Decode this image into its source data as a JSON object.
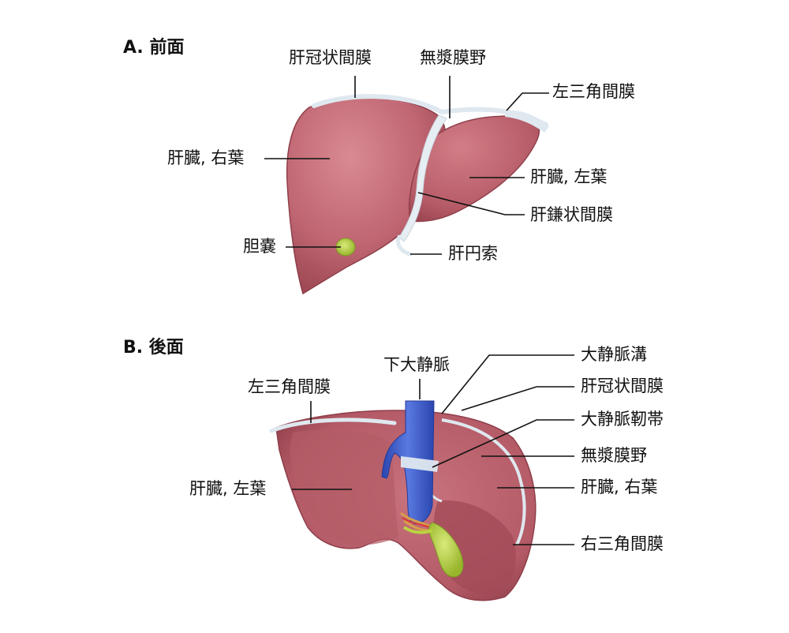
{
  "panel_a": {
    "title": "A. 前面",
    "labels": {
      "coronary_ligament": "肝冠状間膜",
      "bare_area": "無漿膜野",
      "left_triangular": "左三角間膜",
      "right_lobe": "肝臓, 右葉",
      "left_lobe": "肝臓, 左葉",
      "falciform": "肝鎌状間膜",
      "gallbladder": "胆嚢",
      "round_ligament": "肝円索"
    }
  },
  "panel_b": {
    "title": "B. 後面",
    "labels": {
      "ivc": "下大静脈",
      "left_triangular": "左三角間膜",
      "ivc_groove": "大静脈溝",
      "coronary_ligament": "肝冠状間膜",
      "ivc_ligament": "大静脈靭帯",
      "bare_area": "無漿膜野",
      "left_lobe": "肝臓, 左葉",
      "right_lobe": "肝臓, 右葉",
      "right_triangular": "右三角間膜"
    }
  },
  "colors": {
    "liver": "#bf6672",
    "liver_dark": "#9e4a56",
    "liver_light": "#d78890",
    "ligament": "#dfe8ef",
    "gallbladder": "#b8d440",
    "vein": "#3d5ccc"
  }
}
